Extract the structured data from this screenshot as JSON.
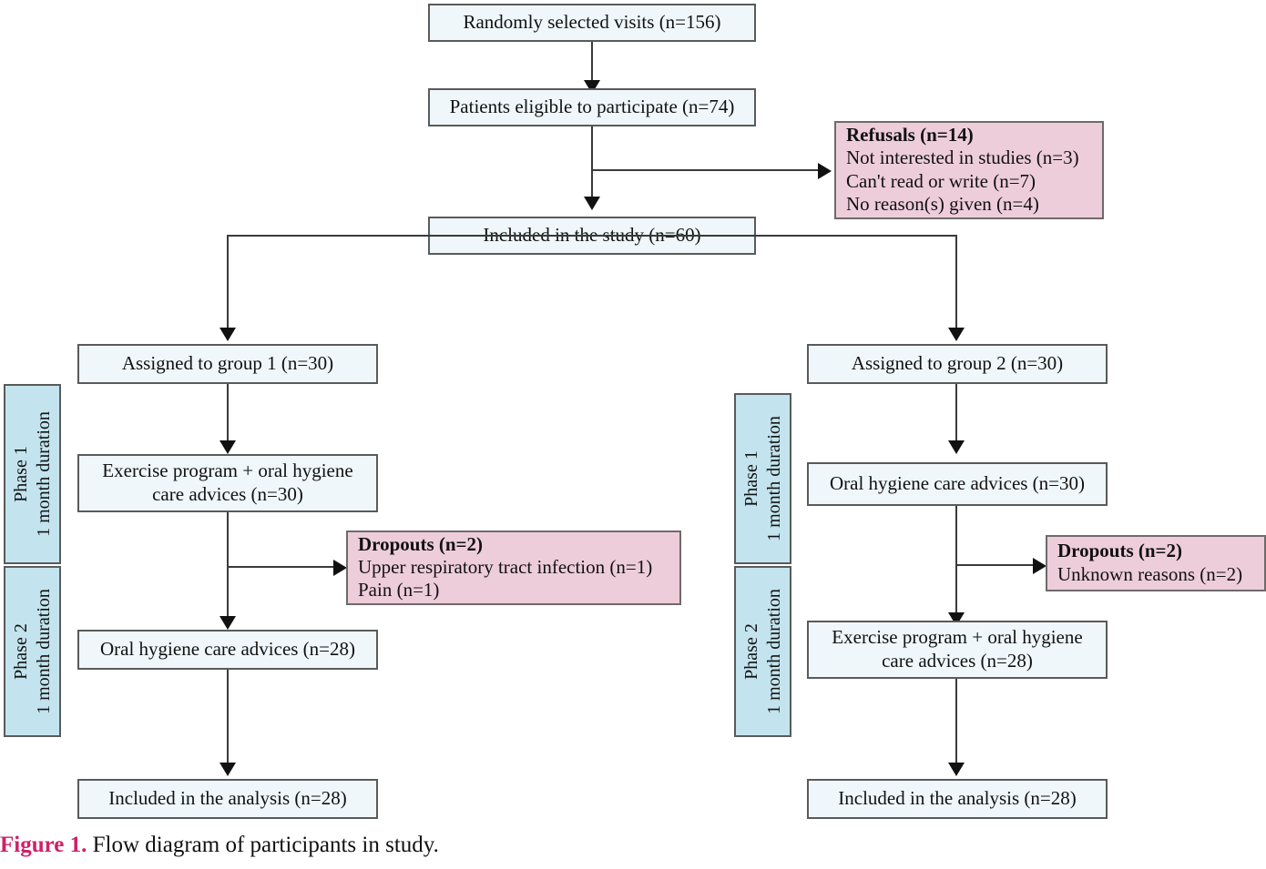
{
  "figure": {
    "label": "Figure 1.",
    "caption": "Flow diagram of participants in study."
  },
  "nodes": {
    "randomly_selected": "Randomly selected visits (n=156)",
    "eligible": "Patients eligible to participate (n=74)",
    "included_study": "Included in the study (n=60)",
    "group1_assigned": "Assigned to group 1 (n=30)",
    "group1_phase1_l1": "Exercise program + oral hygiene",
    "group1_phase1_l2": "care advices (n=30)",
    "group1_phase2": "Oral hygiene care advices (n=28)",
    "group1_analysis": "Included in the analysis (n=28)",
    "group2_assigned": "Assigned to group 2 (n=30)",
    "group2_phase1": "Oral hygiene care advices (n=30)",
    "group2_phase2_l1": "Exercise program + oral hygiene",
    "group2_phase2_l2": "care advices (n=28)",
    "group2_analysis": "Included in the analysis (n=28)"
  },
  "exclusions": {
    "refusals": {
      "heading": "Refusals (n=14)",
      "reasons": [
        "Not interested in studies (n=3)",
        "Can't read or write (n=7)",
        "No reason(s) given (n=4)"
      ]
    },
    "dropouts_group1": {
      "heading": "Dropouts (n=2)",
      "reasons": [
        "Upper respiratory tract infection (n=1)",
        "Pain (n=1)"
      ]
    },
    "dropouts_group2": {
      "heading": "Dropouts (n=2)",
      "reasons": [
        "Unknown reasons (n=2)"
      ]
    }
  },
  "phases": {
    "left_phase1_l1": "Phase 1",
    "left_phase1_l2": "1 month duration",
    "left_phase2_l1": "Phase 2",
    "left_phase2_l2": "1 month duration",
    "right_phase1_l1": "Phase 1",
    "right_phase1_l2": "1 month duration",
    "right_phase2_l1": "Phase 2",
    "right_phase2_l2": "1 month duration"
  },
  "colors": {
    "node_fill": "#f0f7fa",
    "node_border": "#5a5a5a",
    "exclusion_fill": "#eecdda",
    "exclusion_border": "#6e6a6a",
    "phase_fill": "#c3e4ee",
    "connector": "#3a3a3a",
    "figure_label": "#cf2169"
  },
  "chart_data": {
    "type": "diagram",
    "title": "Flow diagram of participants in study",
    "flow": [
      {
        "id": "randomly_selected",
        "label": "Randomly selected visits",
        "n": 156
      },
      {
        "id": "eligible",
        "label": "Patients eligible to participate",
        "n": 74
      },
      {
        "id": "refusals",
        "label": "Refusals",
        "n": 14,
        "breakdown": [
          {
            "reason": "Not interested in studies",
            "n": 3
          },
          {
            "reason": "Can't read or write",
            "n": 7
          },
          {
            "reason": "No reason(s) given",
            "n": 4
          }
        ]
      },
      {
        "id": "included_study",
        "label": "Included in the study",
        "n": 60
      },
      {
        "id": "group1_assigned",
        "label": "Assigned to group 1",
        "n": 30
      },
      {
        "id": "group1_phase1",
        "label": "Exercise program + oral hygiene care advices",
        "n": 30
      },
      {
        "id": "dropouts_group1",
        "label": "Dropouts",
        "n": 2,
        "breakdown": [
          {
            "reason": "Upper respiratory tract infection",
            "n": 1
          },
          {
            "reason": "Pain",
            "n": 1
          }
        ]
      },
      {
        "id": "group1_phase2",
        "label": "Oral hygiene care advices",
        "n": 28
      },
      {
        "id": "group1_analysis",
        "label": "Included in the analysis",
        "n": 28
      },
      {
        "id": "group2_assigned",
        "label": "Assigned to group 2",
        "n": 30
      },
      {
        "id": "group2_phase1",
        "label": "Oral hygiene care advices",
        "n": 30
      },
      {
        "id": "dropouts_group2",
        "label": "Dropouts",
        "n": 2,
        "breakdown": [
          {
            "reason": "Unknown reasons",
            "n": 2
          }
        ]
      },
      {
        "id": "group2_phase2",
        "label": "Exercise program + oral hygiene care advices",
        "n": 28
      },
      {
        "id": "group2_analysis",
        "label": "Included in the analysis",
        "n": 28
      }
    ]
  }
}
